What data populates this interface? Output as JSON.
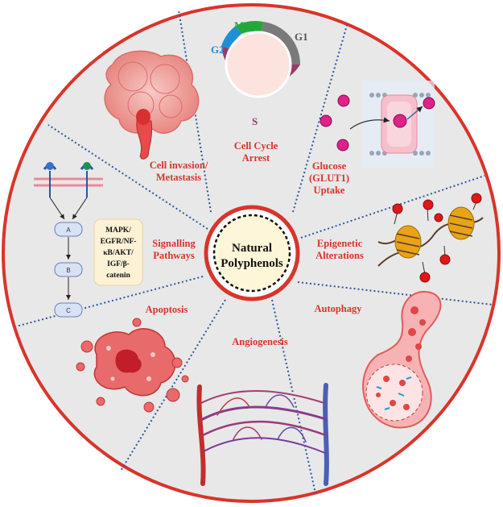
{
  "center": {
    "line1": "Natural",
    "line2": "Polyphenols"
  },
  "cell_cycle": {
    "line1": "Cell Cycle",
    "line2": "Arrest",
    "phases": {
      "g2": "G2",
      "m": "M",
      "g1": "G1",
      "s": "S"
    },
    "colors": {
      "g2": "#1f8fd6",
      "m": "#22a83a",
      "g1": "#7a7a7a",
      "s": "#9a3a6c"
    }
  },
  "glucose": {
    "line1": "Glucose",
    "line2": "(GLUT1)",
    "line3": "Uptake"
  },
  "epigenetic": {
    "line1": "Epigenetic",
    "line2": "Alterations"
  },
  "autophagy": {
    "line1": "Autophagy"
  },
  "angiogenesis": {
    "line1": "Angiogenesis"
  },
  "apoptosis": {
    "line1": "Apoptosis"
  },
  "signalling": {
    "line1": "Signalling",
    "line2": "Pathways",
    "nodes": [
      "A",
      "B",
      "C"
    ],
    "box": [
      "MAPK/",
      "EGFR/NF-",
      "κB/AKT/",
      "IGF/β-",
      "catenin"
    ]
  },
  "invasion": {
    "line1": "Cell invasion/",
    "line2": "Metastasis"
  },
  "colors": {
    "accent": "#d9342b",
    "segment": "#e9e9e9",
    "center_fill": "#fdf6d8",
    "divider": "#2a55a3"
  }
}
